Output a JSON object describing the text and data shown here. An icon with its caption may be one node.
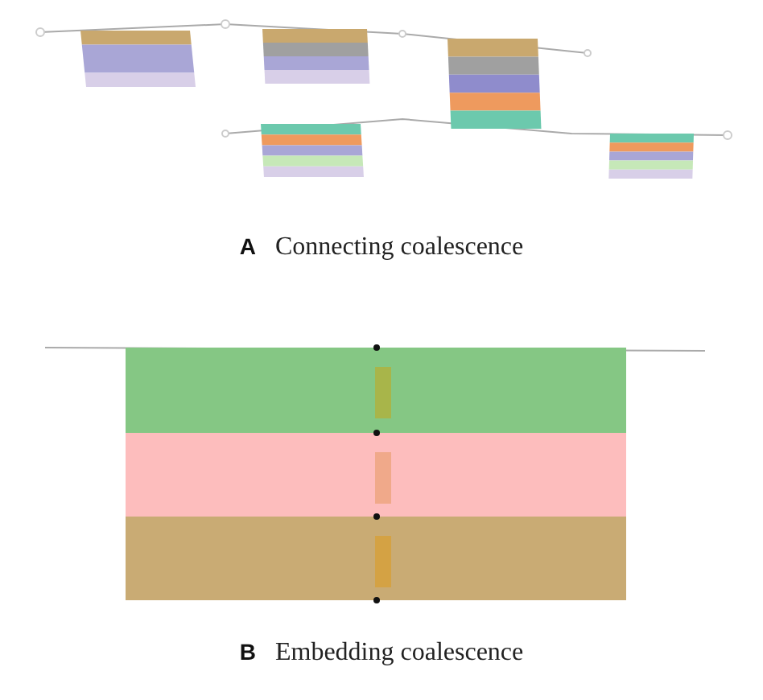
{
  "diagram": {
    "labels": [
      "A",
      "Connecting coalescence",
      "B",
      "Embedding coalescence"
    ]
  }
}
